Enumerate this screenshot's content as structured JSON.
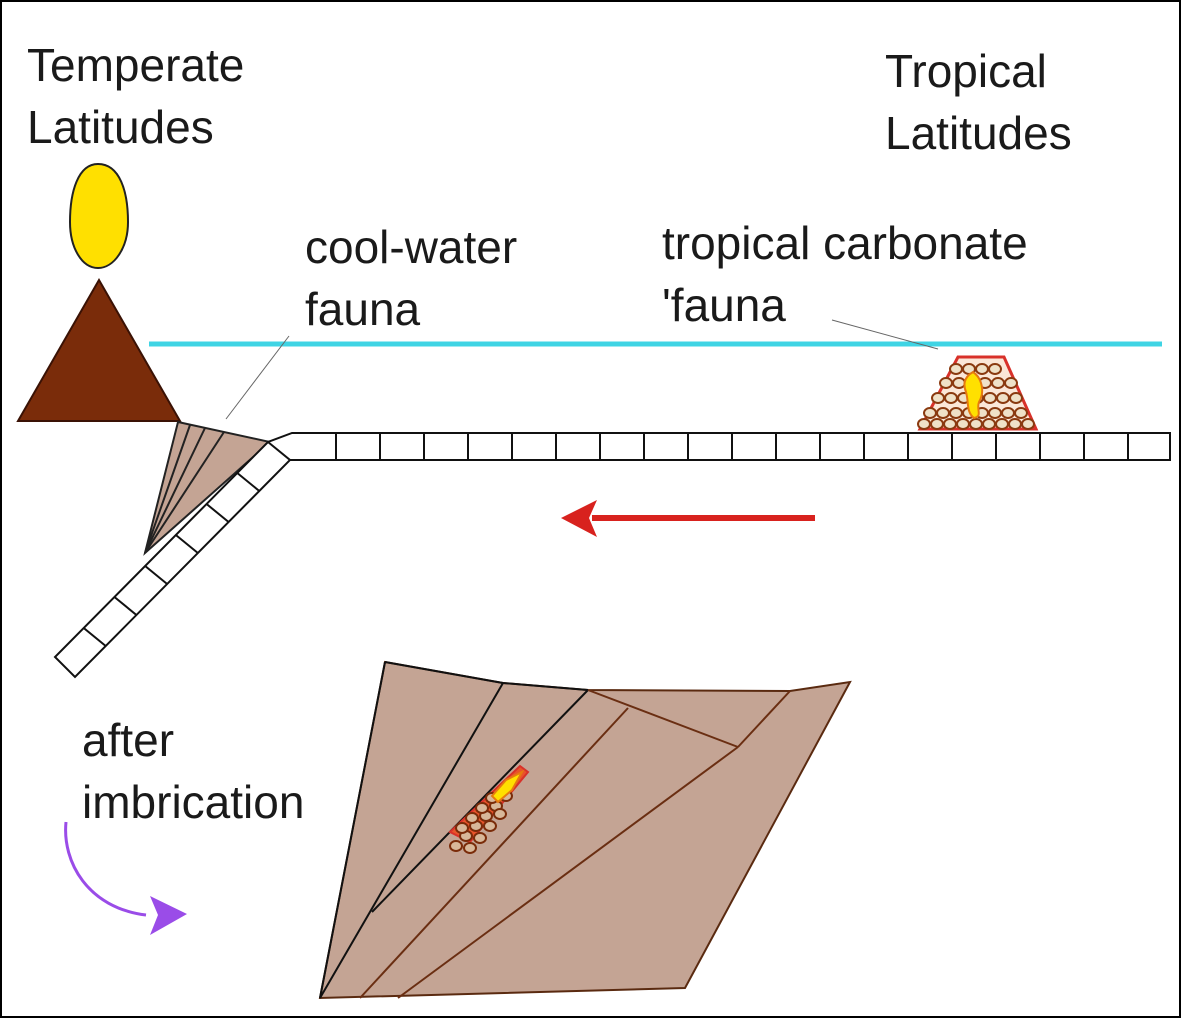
{
  "labels": {
    "temperate_line1": "Temperate",
    "temperate_line2": "Latitudes",
    "tropical_line1": "Tropical",
    "tropical_line2": "Latitudes",
    "coolwater_line1": "cool-water",
    "coolwater_line2": "fauna",
    "tropcarb_line1": "tropical carbonate",
    "tropcarb_line2": "'fauna",
    "after_line1": "after",
    "after_line2": "imbrication"
  },
  "colors": {
    "frame": "#000000",
    "sea_level": "#3fd4e4",
    "volcano": "#7a2c0a",
    "continent_tan": "#c4a494",
    "sun": "#ffe000",
    "reef_outline": "#d8312a",
    "reef_core": "#ffe000",
    "plate_arrow": "#d8221e",
    "rotation_arrow": "#9a4ce8"
  },
  "icons": {
    "subduction_direction": "left-arrow-icon",
    "rotation": "curved-arrow-icon"
  }
}
